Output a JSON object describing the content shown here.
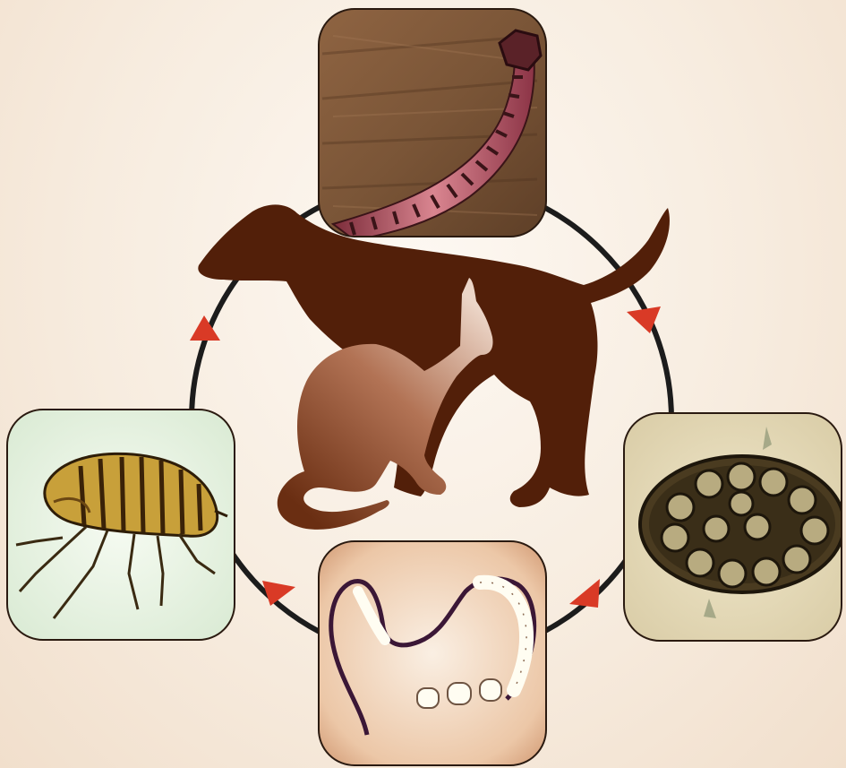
{
  "diagram": {
    "type": "life-cycle",
    "direction": "clockwise",
    "center": {
      "subjects": [
        "dog-silhouette",
        "cat-silhouette"
      ]
    },
    "stages": [
      {
        "id": "tapeworm-scolex",
        "icon": "tapeworm-scolex-micrograph"
      },
      {
        "id": "egg-packet",
        "icon": "egg-packet-micrograph"
      },
      {
        "id": "proglottid-segments",
        "icon": "proglottid-chain-micrograph"
      },
      {
        "id": "flea",
        "icon": "flea-micrograph"
      }
    ],
    "connectors": {
      "ring_color": "#1c1c1c",
      "arrow_color": "#d93a26",
      "arrow_count": 4
    }
  },
  "colors": {
    "background": "#f7ecdf",
    "dog": "#521f09",
    "cat_light": "#e7cdbe",
    "cat_dark": "#6a2e12"
  }
}
